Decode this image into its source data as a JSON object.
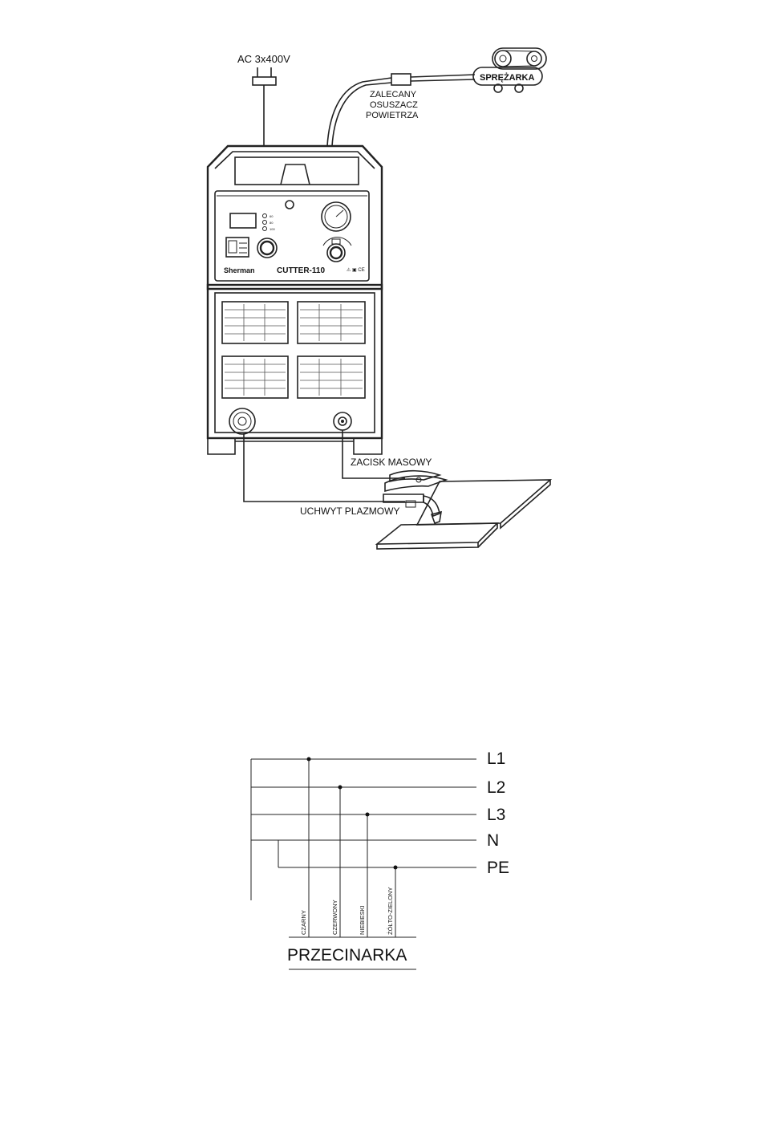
{
  "setup_diagram": {
    "power_label": "AC 3x400V",
    "compressor_label": "SPRĘŻARKA",
    "dryer_label_line1": "ZALECANY",
    "dryer_label_line2": "OSUSZACZ",
    "dryer_label_line3": "POWIETRZA",
    "brand_label": "Sherman",
    "model_label": "CUTTER-110",
    "panel_led_labels": [
      "60",
      "80",
      "100"
    ],
    "ground_clamp_label": "ZACISK MASOWY",
    "torch_label": "UCHWYT PLAZMOWY"
  },
  "wiring_diagram": {
    "lines": [
      "L1",
      "L2",
      "L3",
      "N",
      "PE"
    ],
    "wire_colors": [
      "CZARNY",
      "CZERWONY",
      "NIEBIESKI",
      "ŻÓŁTO-ZIELONY"
    ],
    "device_label": "PRZECINARKA"
  }
}
